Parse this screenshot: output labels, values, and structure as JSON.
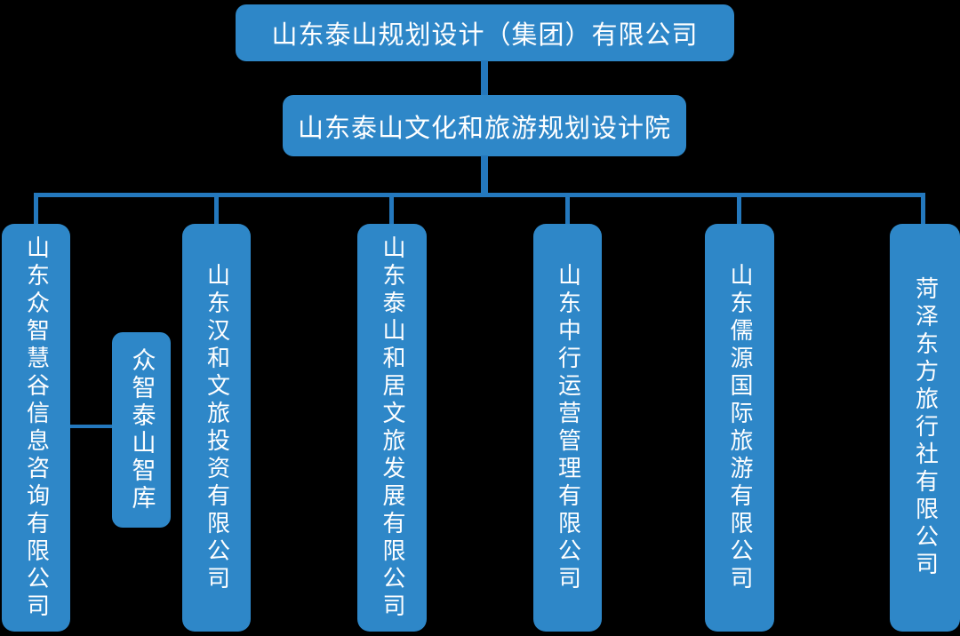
{
  "nodes": {
    "root": {
      "label": "山东泰山规划设计（集团）有限公司"
    },
    "institute": {
      "label": "山东泰山文化和旅游规划设计院"
    },
    "affiliate": {
      "label": "众智泰山智库"
    },
    "subsidiaries": [
      {
        "label": "山东众智慧谷信息咨询有限公司"
      },
      {
        "label": "山东汉和文旅投资有限公司"
      },
      {
        "label": "山东泰山和居文旅发展有限公司"
      },
      {
        "label": "山东中行运营管理有限公司"
      },
      {
        "label": "山东儒源国际旅游有限公司"
      },
      {
        "label": "菏泽东方旅行社有限公司"
      }
    ]
  },
  "colors": {
    "node_fill": "#2E87C8",
    "connector": "#2478BD",
    "node_text": "#FFFFFF",
    "background": "#000000"
  }
}
